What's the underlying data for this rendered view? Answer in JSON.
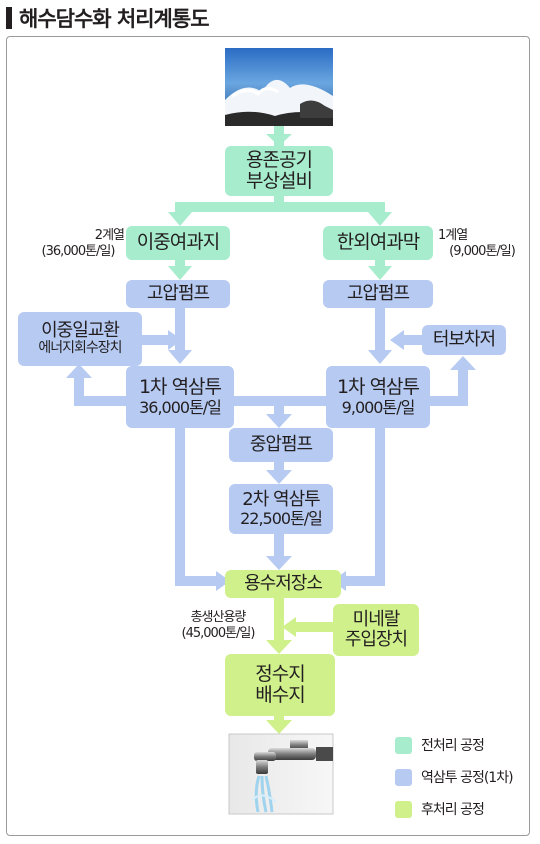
{
  "title": "해수담수화 처리계통도",
  "nodes": {
    "intake": [
      "용존공기",
      "부상설비"
    ],
    "line_left": "이중여과지",
    "line_right": "한외여과막",
    "pump_left": "고압펌프",
    "pump_right": "고압펌프",
    "energy_recovery": [
      "이중일교환",
      "에너지회수장치"
    ],
    "turbo": "터보차저",
    "ro1_left": [
      "1차 역삼투",
      "36,000톤/일"
    ],
    "ro1_right": [
      "1차 역삼투",
      "9,000톤/일"
    ],
    "mid_pump": "중압펌프",
    "ro2": [
      "2차 역삼투",
      "22,500톤/일"
    ],
    "storage": "용수저장소",
    "mineral": [
      "미네랄",
      "주입장치"
    ],
    "distribution": [
      "정수지",
      "배수지"
    ]
  },
  "notes": {
    "left_line": [
      "2계열",
      "(36,000톤/일)"
    ],
    "right_line": [
      "1계열",
      "(9,000톤/일)"
    ],
    "total": [
      "총생산용량",
      "(45,000톤/일)"
    ]
  },
  "legend": [
    {
      "label": "전처리 공정",
      "color": "#a7edcd"
    },
    {
      "label": "역삼투 공정(1차)",
      "color": "#b6caf2"
    },
    {
      "label": "후처리 공정",
      "color": "#d0f08c"
    }
  ],
  "colors": {
    "pretreatment": "#a7edcd",
    "reverse_osmosis": "#b6caf2",
    "posttreatment": "#d0f08c",
    "text": "#231f20"
  },
  "images": [
    "seawater-wave-photo",
    "water-faucet-photo"
  ]
}
